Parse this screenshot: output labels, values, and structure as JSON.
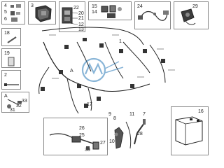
{
  "diagram": {
    "accent_color": "#2a7ab7",
    "watermark": "MS",
    "center_letter": "A",
    "callouts": {
      "c4": "4",
      "c5": "5",
      "c6": "6",
      "c3": "3",
      "c22": "22",
      "c20": "20",
      "c21": "21",
      "c12": "12",
      "c13": "13",
      "c15": "15",
      "c14": "14",
      "c24": "24",
      "c29": "29",
      "c18": "18",
      "c19": "19",
      "c2": "2",
      "cA": "A",
      "c33": "33",
      "c32": "32",
      "c31": "31",
      "c1": "1",
      "c17": "17",
      "c9": "9",
      "c8": "8",
      "c10": "10",
      "c11": "11",
      "c7": "7",
      "c28": "28",
      "c16": "16",
      "c26": "26",
      "c25": "25",
      "c27": "27",
      "c30": "30"
    }
  }
}
